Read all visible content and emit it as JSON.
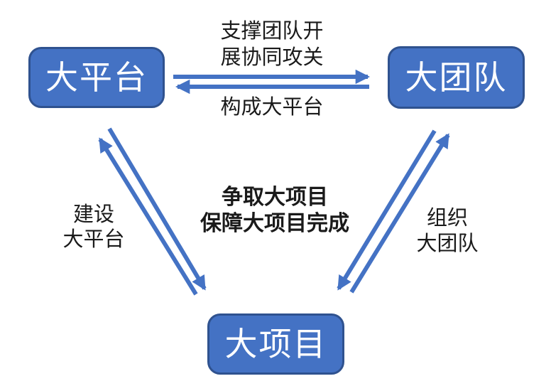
{
  "diagram": {
    "title": "platform-team-project-cycle",
    "background_color": "#ffffff",
    "colors": {
      "node_fill": "#4472C4",
      "node_border": "#2F528F",
      "node_text": "#ffffff",
      "arrow": "#4472C4",
      "label_text": "#1a1a1a"
    },
    "nodes": {
      "platform": {
        "label": "大平台"
      },
      "team": {
        "label": "大团队"
      },
      "project": {
        "label": "大项目"
      }
    },
    "labels": {
      "platform_to_team": {
        "line1": "支撑团队开",
        "line2": "展协同攻关"
      },
      "team_to_platform": "构成大平台",
      "left_edge": {
        "line1": "建设",
        "line2": "大平台"
      },
      "right_edge": {
        "line1": "组织",
        "line2": "大团队"
      },
      "center": {
        "line1": "争取大项目",
        "line2": "保障大项目完成"
      }
    },
    "edges": [
      {
        "from": "platform",
        "to": "team",
        "label": "支撑团队开展协同攻关"
      },
      {
        "from": "team",
        "to": "platform",
        "label": "构成大平台"
      },
      {
        "from": "project",
        "to": "platform",
        "label": "建设大平台"
      },
      {
        "from": "platform",
        "to": "project",
        "label": "争取大项目 保障大项目完成"
      },
      {
        "from": "project",
        "to": "team",
        "label": "组织大团队"
      },
      {
        "from": "team",
        "to": "project",
        "label": "争取大项目 保障大项目完成"
      }
    ]
  }
}
